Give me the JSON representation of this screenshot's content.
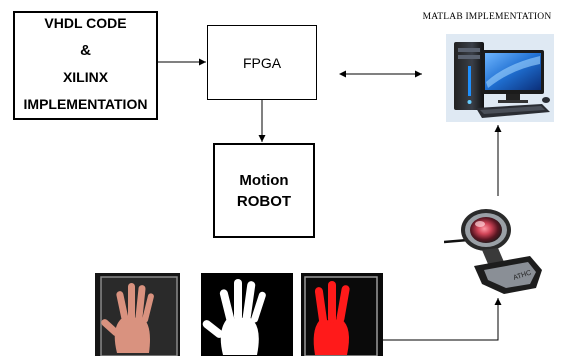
{
  "boxes": {
    "vhdl": {
      "line1": "VHDL CODE",
      "line2": "&",
      "line3": "XILINX",
      "line4": "IMPLEMENTATION"
    },
    "fpga": {
      "label": "FPGA"
    },
    "robot": {
      "line1": "Motion",
      "line2": "ROBOT"
    }
  },
  "matlab": {
    "label": "MATLAB IMPLEMENTATION"
  },
  "images": {
    "computer": "desktop-computer-icon",
    "webcam": "webcam-icon",
    "hand_frames": [
      "hand-camera-frame",
      "hand-binary-frame",
      "hand-red-frame"
    ]
  },
  "colors": {
    "box_border": "#000000",
    "hand_segment": "#ff1a1a",
    "monitor_screen": "#1f6fd1"
  }
}
